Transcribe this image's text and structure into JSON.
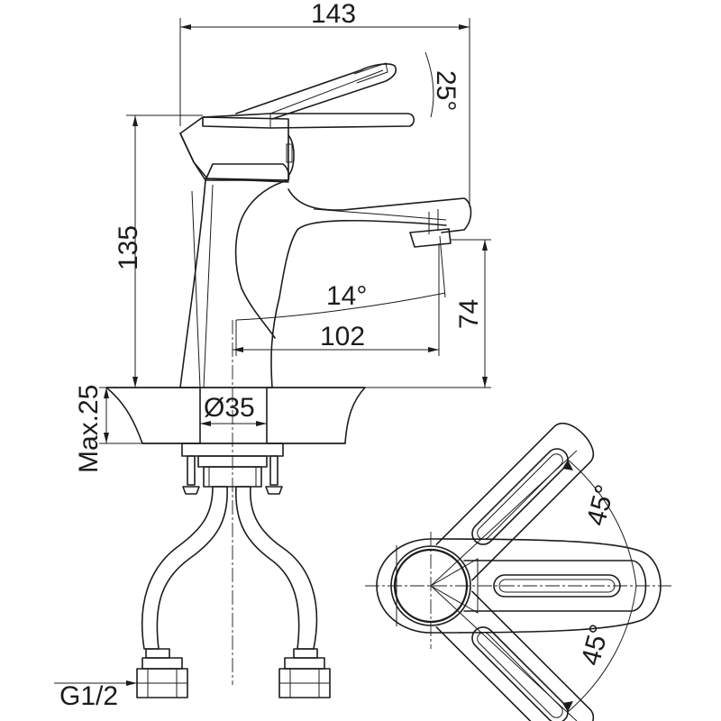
{
  "dimensions": {
    "overall_length": "143",
    "height": "135",
    "lever_angle": "25°",
    "spout_angle": "14°",
    "spout_reach": "102",
    "spout_height": "74",
    "max_thickness": "Max.25",
    "hole_diameter": "Ø35",
    "thread": "G1/2",
    "rotation_upper": "45°",
    "rotation_lower": "45°"
  }
}
